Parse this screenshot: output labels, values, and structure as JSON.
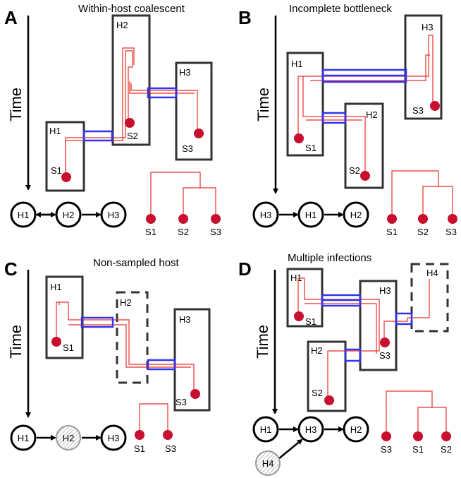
{
  "colors": {
    "lineage": "#e8302a",
    "transmission": "#3333ee",
    "sample": "#c8102e",
    "box": "#333333"
  },
  "time_label": "Time",
  "panels": [
    {
      "letter": "A",
      "title": "Within-host coalescent",
      "hosts": [
        "H1",
        "H2",
        "H3"
      ],
      "samples": [
        "S1",
        "S2",
        "S3"
      ],
      "graph_nodes": [
        "H1",
        "H2",
        "H3"
      ],
      "tree_tips": [
        "S1",
        "S2",
        "S3"
      ]
    },
    {
      "letter": "B",
      "title": "Incomplete bottleneck",
      "hosts": [
        "H1",
        "H2",
        "H3"
      ],
      "samples": [
        "S1",
        "S2",
        "S3"
      ],
      "graph_nodes": [
        "H3",
        "H1",
        "H2"
      ],
      "tree_tips": [
        "S1",
        "S2",
        "S3"
      ]
    },
    {
      "letter": "C",
      "title": "Non-sampled host",
      "hosts": [
        "H1",
        "H2",
        "H3"
      ],
      "samples": [
        "S1",
        "S3"
      ],
      "graph_nodes": [
        "H1",
        "H2",
        "H3"
      ],
      "tree_tips": [
        "S1",
        "S3"
      ]
    },
    {
      "letter": "D",
      "title": "Multiple infections",
      "hosts": [
        "H1",
        "H2",
        "H3",
        "H4"
      ],
      "samples": [
        "S1",
        "S2",
        "S3"
      ],
      "graph_nodes": [
        "H1",
        "H3",
        "H2",
        "H4"
      ],
      "tree_tips": [
        "S3",
        "S1",
        "S2"
      ]
    }
  ]
}
